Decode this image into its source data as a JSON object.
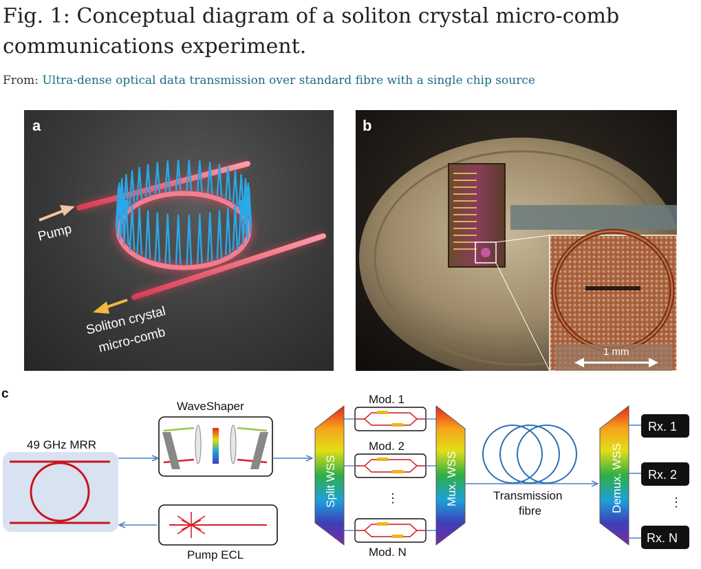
{
  "figure": {
    "title": "Fig. 1: Conceptual diagram of a soliton crystal micro-comb communications experiment.",
    "from_label": "From:",
    "from_link": "Ultra-dense optical data transmission over standard fibre with a single chip source"
  },
  "panel_a": {
    "letter": "a",
    "pump_label": "Pump",
    "output_label_line1": "Soliton crystal",
    "output_label_line2": "micro-comb"
  },
  "panel_b": {
    "letter": "b",
    "scale_label": "1 mm"
  },
  "panel_c": {
    "letter": "c",
    "mrr_label": "49 GHz MRR",
    "waveshaper_label": "WaveShaper",
    "pump_ecl_label": "Pump ECL",
    "split_wss_label": "Split WSS",
    "mux_wss_label": "Mux. WSS",
    "demux_wss_label": "Demux. WSS",
    "modulators": [
      "Mod. 1",
      "Mod. 2",
      "Mod. N"
    ],
    "ellipsis": "⋮",
    "transmission_line1": "Transmission",
    "transmission_line2": "fibre",
    "receivers": [
      "Rx. 1",
      "Rx. 2",
      "Rx. N"
    ]
  },
  "colors": {
    "link": "#1b6a87",
    "arrow": "#4a7fc6",
    "ring_red": "#c8141e",
    "pulse_blue": "#2aa8e8",
    "mrr_box": "#d8e2f0"
  }
}
